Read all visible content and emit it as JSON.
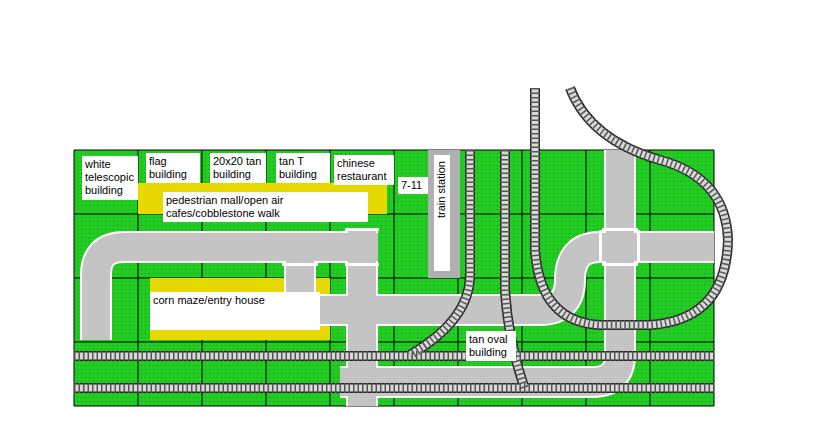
{
  "diagram": {
    "nodes": [
      {
        "text": [
          "white telescopic building"
        ]
      },
      {
        "text": [
          "flag building"
        ]
      },
      {
        "text": [
          "20x20 tan building"
        ]
      },
      {
        "text": [
          "tan T building"
        ]
      },
      {
        "text": [
          "chinese restaurant"
        ]
      },
      {
        "text": [
          "7-11"
        ]
      },
      {
        "text": [
          "pedestrian mall/open air cafes/cobblestone walk"
        ]
      },
      {
        "text": [
          "train station"
        ]
      },
      {
        "text": [
          "corn maze/entry house"
        ]
      },
      {
        "text": [
          "tan oval building"
        ]
      }
    ]
  }
}
